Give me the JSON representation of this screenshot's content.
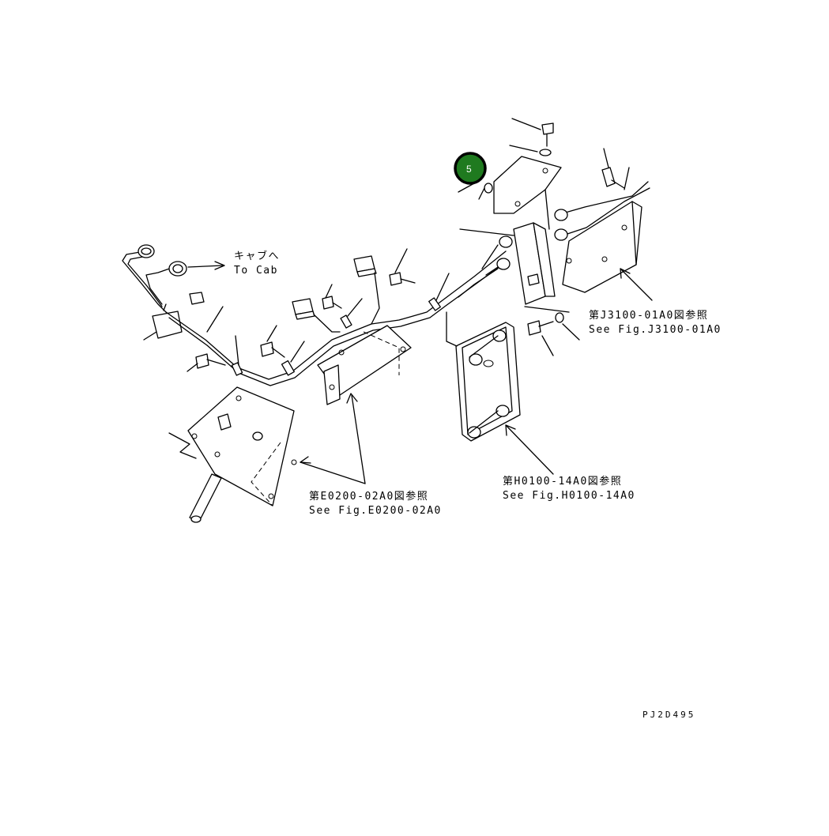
{
  "colors": {
    "line": "#000000",
    "badge_fill": "#1f7a1f",
    "badge_ring": "#000000",
    "badge_text": "#ffffff"
  },
  "callout": {
    "number": "5"
  },
  "labels": {
    "to_cab_jp": "キャブへ",
    "to_cab_en": "To Cab",
    "ref_j3100_jp": "第J3100-01A0図参照",
    "ref_j3100_en": "See Fig.J3100-01A0",
    "ref_e0200_jp": "第E0200-02A0図参照",
    "ref_e0200_en": "See Fig.E0200-02A0",
    "ref_h0100_jp": "第H0100-14A0図参照",
    "ref_h0100_en": "See Fig.H0100-14A0",
    "drawing_code": "PJ2D495"
  }
}
